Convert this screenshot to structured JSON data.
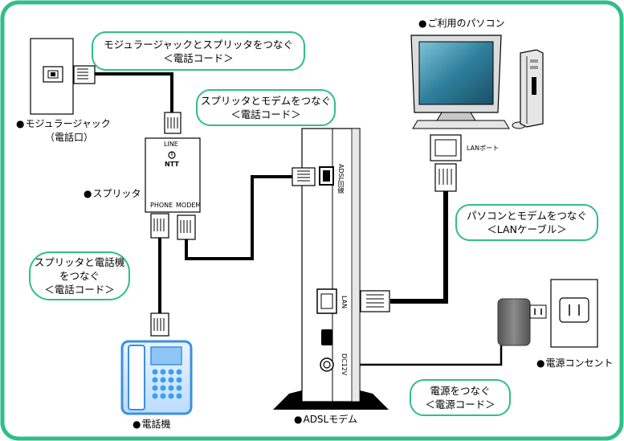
{
  "labels": {
    "modular_jack": "モジュラージャック",
    "modular_jack_sub": "（電話口）",
    "splitter": "スプリッタ",
    "phone": "電話機",
    "modem": "ADSLモデム",
    "pc": "ご利用のパソコン",
    "lan_port": "LANポート",
    "outlet": "電源コンセント"
  },
  "splitter_ports": {
    "line": "LINE",
    "ntt": "NTT",
    "phone": "PHONE",
    "modem": "MODEM"
  },
  "modem_ports": {
    "adsl": "ADSL回線",
    "lan": "LAN",
    "dc": "DC12V"
  },
  "bubbles": {
    "jack_splitter": {
      "line1": "モジュラージャックとスプリッタをつなぐ",
      "line2": "＜電話コード＞"
    },
    "splitter_modem": {
      "line1": "スプリッタとモデムをつなぐ",
      "line2": "＜電話コード＞"
    },
    "splitter_phone": {
      "line1": "スプリッタと電話機",
      "line2": "をつなぐ",
      "line3": "＜電話コード＞"
    },
    "pc_modem": {
      "line1": "パソコンとモデムをつなぐ",
      "line2": "＜LANケーブル＞"
    },
    "power": {
      "line1": "電源をつなぐ",
      "line2": "＜電源コード＞"
    }
  },
  "colors": {
    "frame": "#2fbf87",
    "bubble_border": "#2fbf87",
    "phone_blue": "#3d8fe0",
    "monitor_screen": "#2e7f9c",
    "adapter": "#6b6b6b"
  }
}
